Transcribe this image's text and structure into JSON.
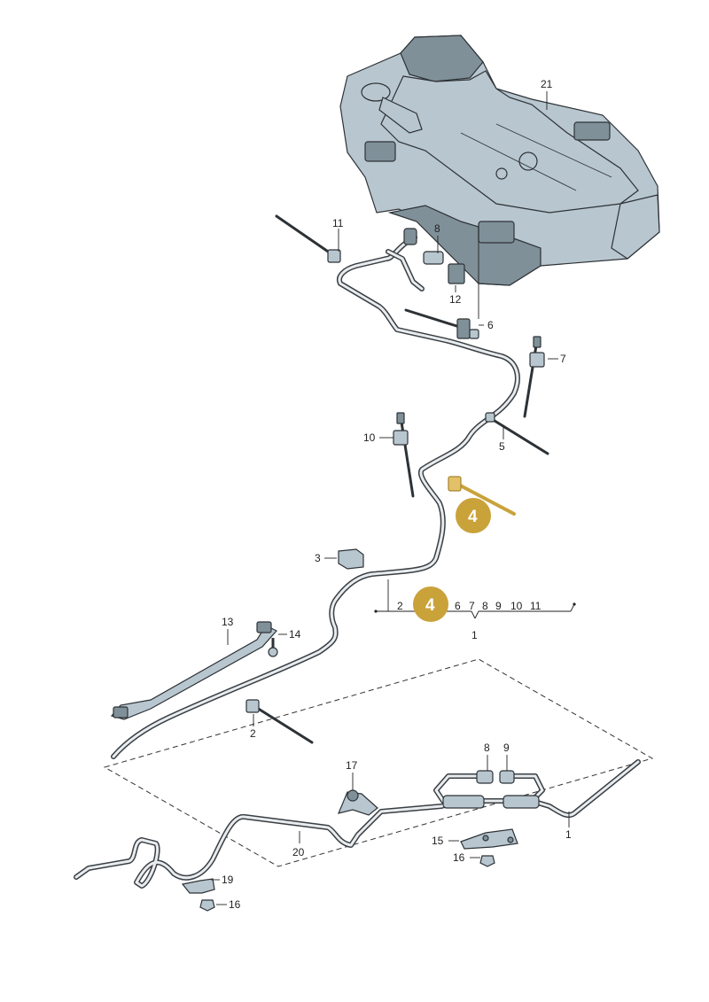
{
  "diagram": {
    "callouts": [
      {
        "id": "c21",
        "text": "21"
      },
      {
        "id": "c11a",
        "text": "11"
      },
      {
        "id": "c8a",
        "text": "8"
      },
      {
        "id": "c12",
        "text": "12"
      },
      {
        "id": "c6",
        "text": "6"
      },
      {
        "id": "c7",
        "text": "7"
      },
      {
        "id": "c10",
        "text": "10"
      },
      {
        "id": "c5",
        "text": "5"
      },
      {
        "id": "c3",
        "text": "3"
      },
      {
        "id": "c13",
        "text": "13"
      },
      {
        "id": "c14",
        "text": "14"
      },
      {
        "id": "c2a",
        "text": "2"
      },
      {
        "id": "c17",
        "text": "17"
      },
      {
        "id": "c8b",
        "text": "8"
      },
      {
        "id": "c9b",
        "text": "9"
      },
      {
        "id": "c1b",
        "text": "1"
      },
      {
        "id": "c15",
        "text": "15"
      },
      {
        "id": "c16a",
        "text": "16"
      },
      {
        "id": "c20",
        "text": "20"
      },
      {
        "id": "c19",
        "text": "19"
      },
      {
        "id": "c16b",
        "text": "16"
      }
    ],
    "assembly": {
      "items": [
        "2",
        "6",
        "7",
        "8",
        "9",
        "10",
        "11"
      ],
      "total": "1"
    },
    "highlight_badges": [
      "4",
      "4"
    ],
    "colors": {
      "highlight": "#c9a23a",
      "line": "#222222",
      "part_fill": "#b8c6cf",
      "tank_fill": "#9fb2bd"
    }
  }
}
